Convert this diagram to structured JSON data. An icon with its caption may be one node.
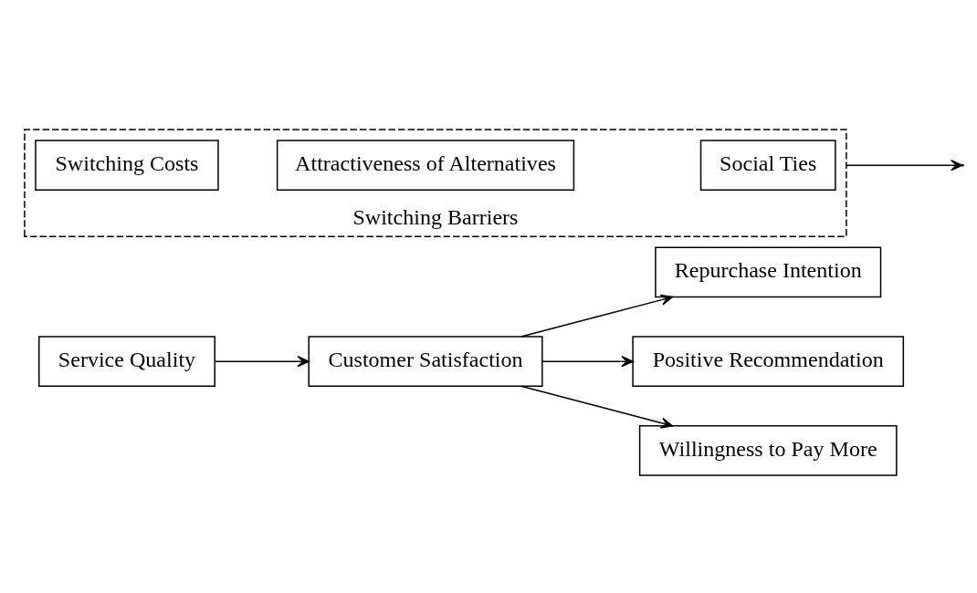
{
  "diagram": {
    "nodes": [
      {
        "text": [
          "Service Quality"
        ]
      },
      {
        "text": [
          "Customer Satisfaction"
        ]
      },
      {
        "text": [
          "Repurchase Intention"
        ]
      },
      {
        "text": [
          "Positive Recommendation"
        ]
      },
      {
        "text": [
          "Willingness to Pay More"
        ]
      },
      {
        "text": [
          "Switching Barriers"
        ]
      },
      {
        "text": [
          "Switching Costs"
        ],
        "in": 5
      },
      {
        "text": [
          "Attractiveness of Alternatives"
        ],
        "in": 5
      },
      {
        "text": [
          "Social Ties"
        ],
        "in": 5
      }
    ],
    "edges": [
      {
        "from": 0,
        "to": 1,
        "arrow": "to"
      },
      {
        "from": 1,
        "to": 2,
        "arrow": "to"
      },
      {
        "from": 1,
        "to": 3,
        "arrow": "to"
      },
      {
        "from": 1,
        "to": 4,
        "arrow": "to"
      },
      {
        "from": 5,
        "to": null,
        "arrow": "to"
      }
    ]
  }
}
